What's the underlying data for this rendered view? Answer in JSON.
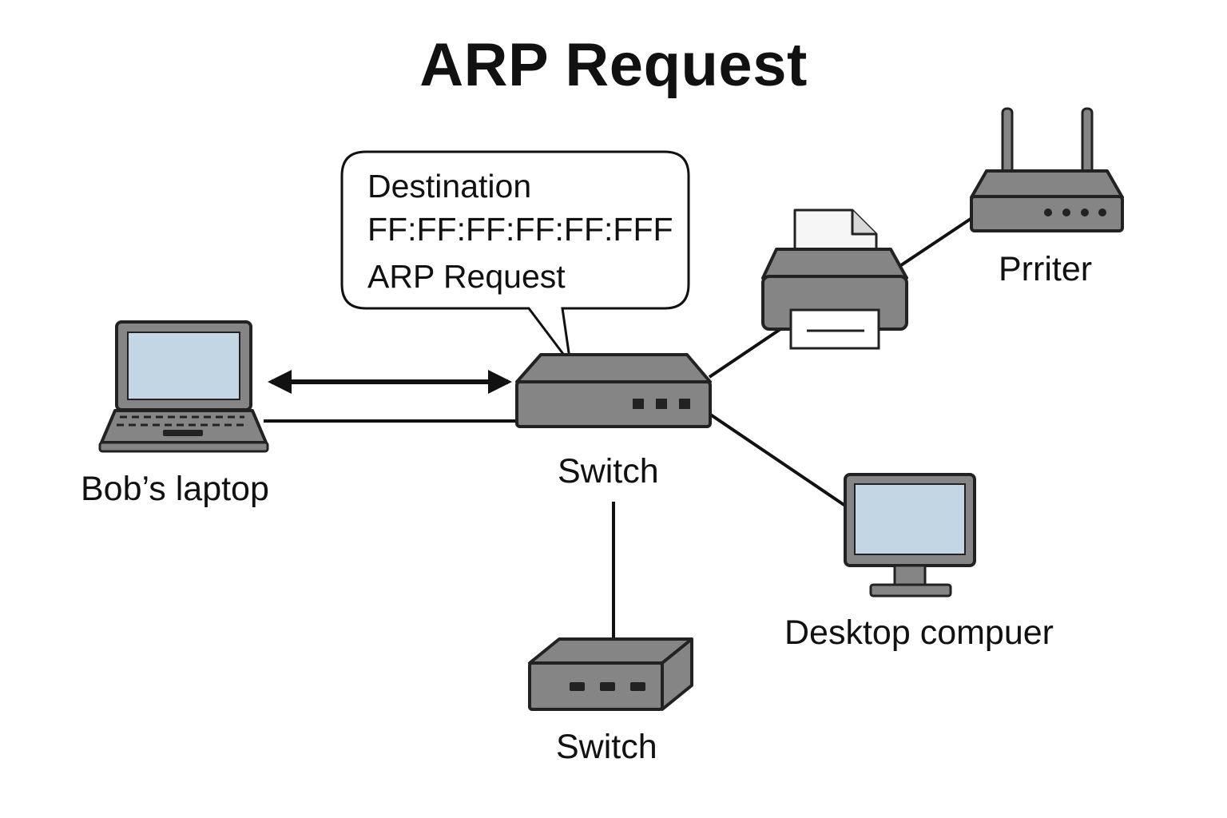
{
  "title": "ARP Request",
  "bubble": {
    "line1": "Destination",
    "line2": "FF:FF:FF:FF:FF:FFF",
    "line3": "ARP Request"
  },
  "nodes": {
    "laptop": "Bob’s laptop",
    "switch_main": "Switch",
    "switch_secondary": "Switch",
    "printer": "Prriter",
    "desktop": "Desktop compuer"
  },
  "colors": {
    "device_fill": "#858585",
    "device_stroke": "#222222",
    "screen_fill": "#c2d6e3",
    "line": "#111111"
  },
  "icons": [
    "laptop-icon",
    "switch-icon",
    "router-icon",
    "printer-icon",
    "monitor-icon",
    "double-arrow-icon"
  ]
}
